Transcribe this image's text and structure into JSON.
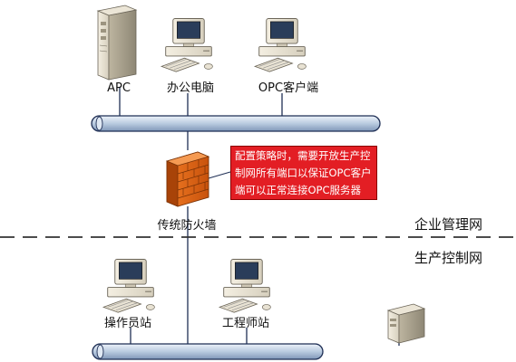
{
  "devices": {
    "apc": "APC",
    "office_pc": "办公电脑",
    "opc_client": "OPC客户端",
    "firewall": "传统防火墙",
    "operator_station": "操作员站",
    "engineer_station": "工程师站"
  },
  "zones": {
    "enterprise": "企业管理网",
    "production": "生产控制网"
  },
  "note": {
    "text": "配置策略时，需要开放生产控制网所有端口以保证OPC客户端可以正常连接OPC服务器",
    "bg_color": "#e31e24"
  },
  "colors": {
    "bus_fill": "#b9cbe0",
    "bus_stroke": "#1f2f55",
    "firewall": "#e06a1a",
    "note": "#e31e24"
  },
  "icons": [
    "server-tower-icon",
    "desktop-computer-icon",
    "firewall-icon",
    "server-box-icon"
  ]
}
